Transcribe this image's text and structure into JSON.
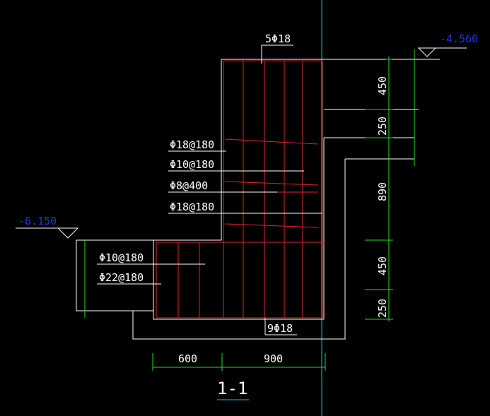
{
  "colors": {
    "background": "#000000",
    "outline": "#ffffff",
    "rebar": "#e0242c",
    "dimension": "#1fe01f",
    "elevation_text": "#2236e6",
    "axis_line": "#29b8c8"
  },
  "elevations": {
    "top": "-4.560",
    "left": "-6.150"
  },
  "rebar_labels": {
    "top": "5Φ18",
    "bottom": "9Φ18",
    "right_upper_1": "Φ18@180",
    "right_upper_2": "Φ10@180",
    "right_upper_3": "Φ8@400",
    "right_upper_4": "Φ18@180",
    "left_lower_1": "Φ10@180",
    "left_lower_2": "Φ22@180"
  },
  "dimensions": {
    "right": [
      "450",
      "250",
      "890",
      "450",
      "250"
    ],
    "bottom": [
      "600",
      "900"
    ]
  },
  "section_title": "1-1"
}
